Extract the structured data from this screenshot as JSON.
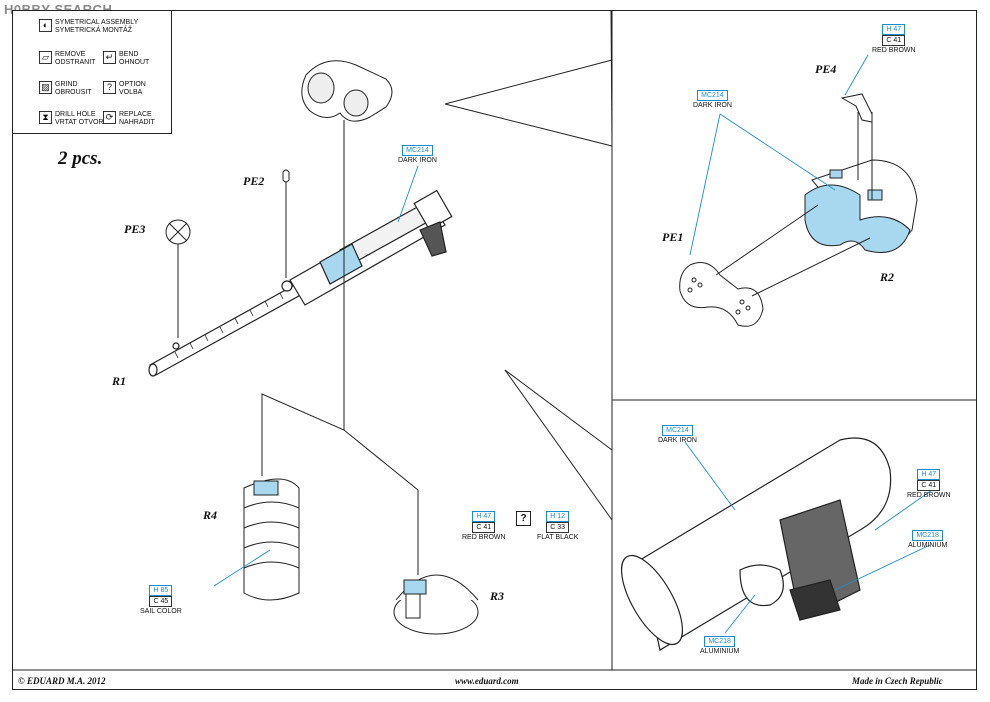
{
  "watermark": "H0BBY SEARCH",
  "legend": [
    {
      "icon": "symmetrical-assembly-icon",
      "glyph": "◐",
      "label": "SYMETRICAL ASSEMBLY\nSYMETRICKÁ MONTÁŽ"
    },
    {
      "icon": "remove-icon",
      "glyph": "▱",
      "label": "REMOVE\nODSTRANIT"
    },
    {
      "icon": "bend-icon",
      "glyph": "↵",
      "label": "BEND\nOHNOUT"
    },
    {
      "icon": "grind-icon",
      "glyph": "▨",
      "label": "GRIND\nOBROUSIT"
    },
    {
      "icon": "option-icon",
      "glyph": "?",
      "label": "OPTION\nVOLBA"
    },
    {
      "icon": "drill-hole-icon",
      "glyph": "⧗",
      "label": "DRILL HOLE\nVRTAT OTVOR"
    },
    {
      "icon": "replace-icon",
      "glyph": "⟳",
      "label": "REPLACE\nNAHRADIT"
    }
  ],
  "quantity": "2 pcs.",
  "parts": {
    "pe2": "PE2",
    "pe3": "PE3",
    "r1": "R1",
    "r4": "R4",
    "r3": "R3",
    "pe4": "PE4",
    "pe1": "PE1",
    "r2": "R2"
  },
  "color_callouts": {
    "main_dark_iron": {
      "code": "MC214",
      "name": "DARK IRON"
    },
    "r4_sail": {
      "code1": "H 85",
      "code2": "C 45",
      "name": "SAIL COLOR"
    },
    "r3_red_brown": {
      "code1": "H 47",
      "code2": "C 41",
      "name": "RED BROWN"
    },
    "r3_flat_black": {
      "code1": "H 12",
      "code2": "C 33",
      "name": "FLAT BLACK"
    },
    "option_mark": "?",
    "drum_dark_iron": {
      "code": "MC214",
      "name": "DARK IRON"
    },
    "pe4_red_brown": {
      "code1": "H 47",
      "code2": "C 41",
      "name": "RED BROWN"
    },
    "grip_dark_iron": {
      "code": "MC214",
      "name": "DARK IRON"
    },
    "grip_red_brown": {
      "code1": "H 47",
      "code2": "C 41",
      "name": "RED BROWN"
    },
    "grip_aluminium_right": {
      "code": "MC218",
      "name": "ALUMINIUM"
    },
    "grip_aluminium_bottom": {
      "code": "MC218",
      "name": "ALUMINIUM"
    }
  },
  "footer": {
    "left": "© EDUARD  M.A. 2012",
    "center": "www.eduard.com",
    "right": "Made in Czech Republic"
  },
  "colors": {
    "callout_blue": "#1a8fd0",
    "part_fill_blue": "#a8d8f0",
    "line": "#222222"
  }
}
